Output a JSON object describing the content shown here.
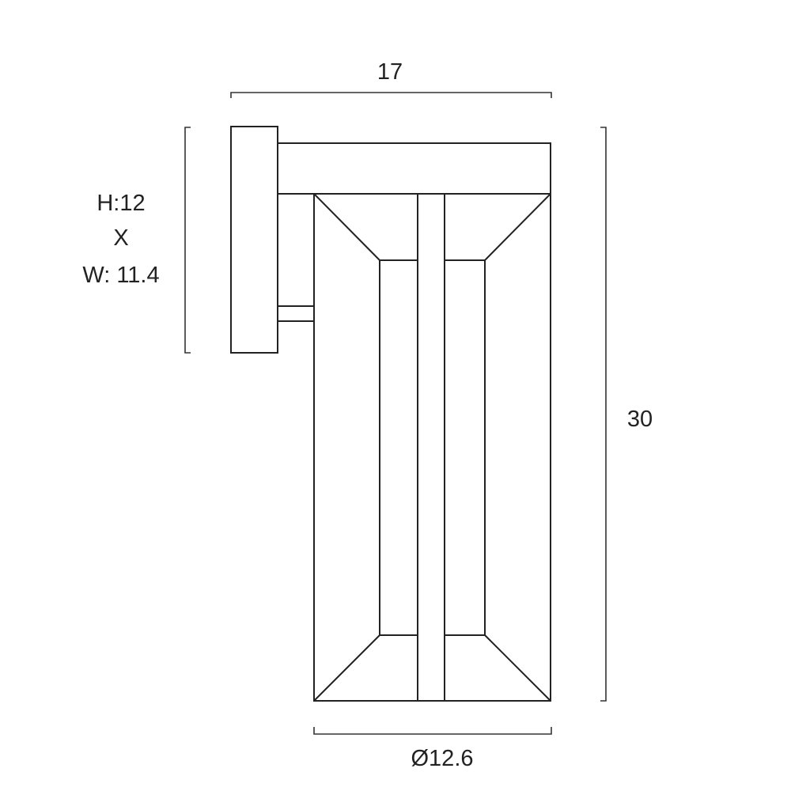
{
  "dimensions": {
    "width_top": "17",
    "backplate_height": "H:12",
    "backplate_separator": "X",
    "backplate_width": "W: 11.4",
    "total_height": "30",
    "shade_diameter": "Ø12.6"
  },
  "colors": {
    "line": "#222222",
    "background": "#ffffff"
  }
}
